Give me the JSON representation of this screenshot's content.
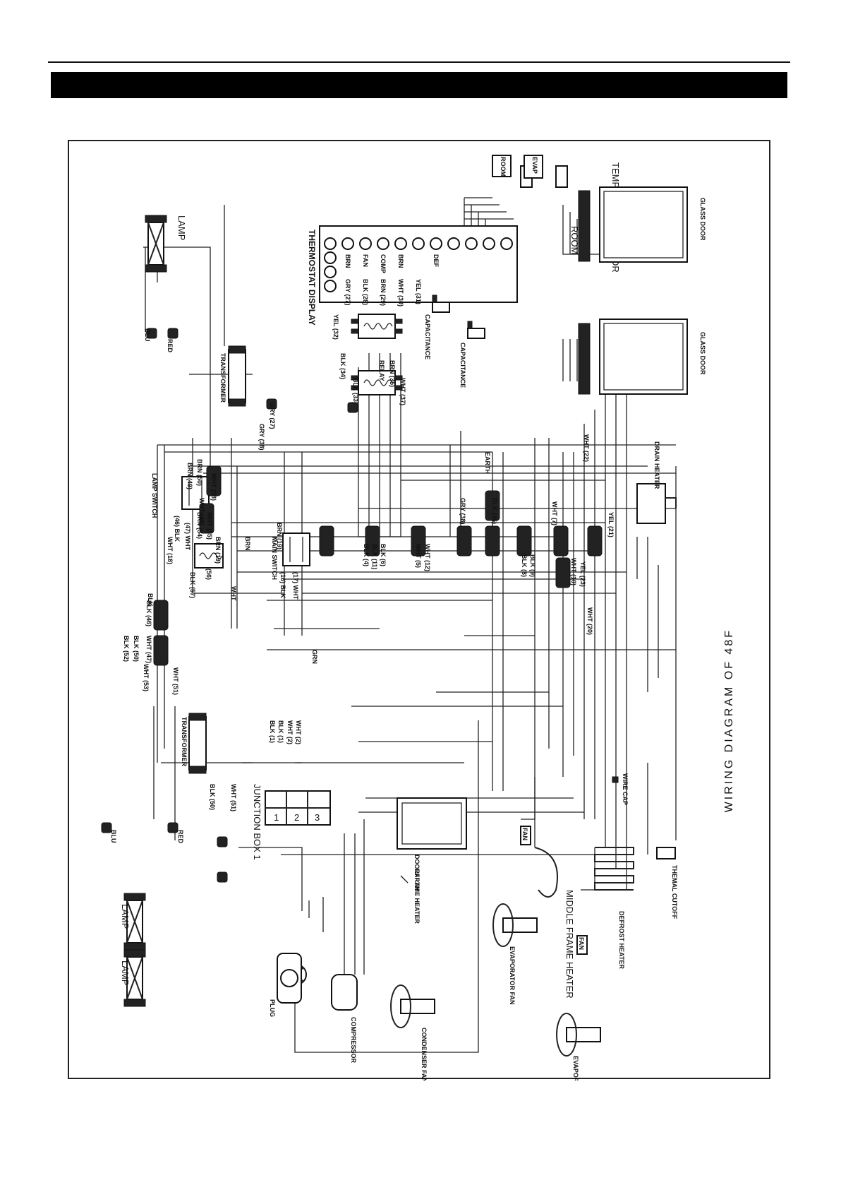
{
  "diagram": {
    "title": "WIRING DIAGRAM OF 48F",
    "thermostat": {
      "title": "THERMOSTAT DISPLAY",
      "terminals": [
        "BRN",
        "FAN",
        "COMP",
        "BRN",
        "DEF"
      ],
      "wires": [
        "GRY (27)",
        "BLK (28)",
        "BRN (29)",
        "WHT (30)",
        "YEL (31)"
      ]
    },
    "sensor": {
      "title": "TEMPERATURE SENSOR",
      "evap": "EVAP",
      "room": "ROOM"
    },
    "junction": {
      "title": "JUNCTION BOX 1",
      "cells": [
        "1",
        "2",
        "3"
      ]
    },
    "components": {
      "lamp": "LAMP",
      "transformer": "TRANSFORMER",
      "lamp_switch": "LAMP SWITCH",
      "main_switch": "MAIN SWITCH",
      "relay": "RELAY",
      "capacitance": "CAPACITANCE",
      "glass_door": "GLASS DOOR",
      "drain_heater": "DRAIN HEATER",
      "doorframe_heater": "DOORFRAME HEATER",
      "middle_frame_heater": "MIDDLE FRAME HEATER",
      "defrost_heater": "DEFROST HEATER",
      "thermal_cutoff": "THEMAL CUTOFF",
      "wire_cap": "WIRE CAP",
      "evaporator_fan": "EVAPORATOR FAN",
      "condenser_fan": "CONDENSER FAN",
      "compressor": "COMPRESSOR",
      "plug": "PLUG",
      "earth": "EARTH",
      "fan": "FAN"
    },
    "wire_labels": [
      "BLU",
      "RED",
      "BLK",
      "WHT",
      "GRN",
      "BRN",
      "GRY (27)",
      "GRY (38)",
      "YEL (32)",
      "BLK (34)",
      "BRN (35)",
      "BLK (33)",
      "WHT (37)",
      "BRN (49)",
      "WHT (48)",
      "(46) BLK",
      "(47) WHT",
      "BRN (50)",
      "WHT (58)",
      "BRN (54)",
      "WHT (55)",
      "BLK (57)",
      "(56)",
      "BRN (19)",
      "WHT (18)",
      "(16) BLK",
      "(17) WHT",
      "BRN (19)",
      "BLK (46)",
      "WHT (47)",
      "BLK (52)",
      "BLK (50)",
      "WHT (53)",
      "WHT (51)",
      "BLK (4)",
      "BLK (11)",
      "BLK (6)",
      "WHT (5)",
      "WHT (12)",
      "GRY (38)",
      "BLK (45)",
      "BLK (8)",
      "BLK (9)",
      "WHT (7)",
      "WHT (22)",
      "YEL (21)",
      "WHT (10)",
      "WHT (20)",
      "YEL (23)",
      "BLK (1)",
      "BLK (1)",
      "WHT (2)",
      "WHT (2)",
      "BLK (50)",
      "WHT (51)",
      "BLU",
      "RED",
      "EARTH"
    ]
  }
}
